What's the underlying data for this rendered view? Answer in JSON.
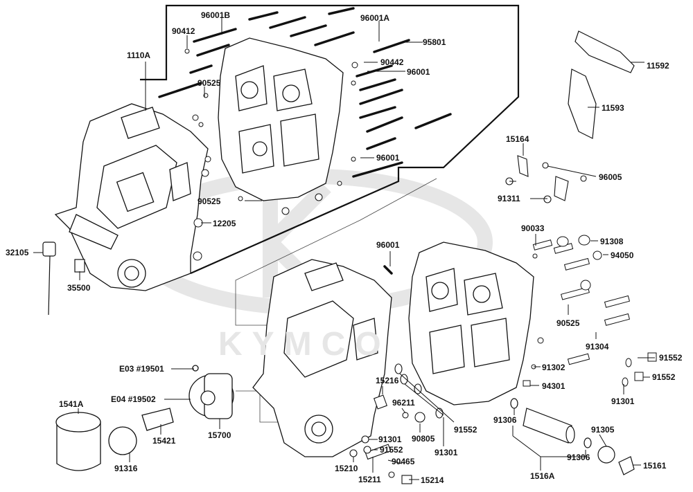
{
  "watermark": "KYMCO",
  "colors": {
    "ink": "#111111",
    "fill": "#ffffff",
    "watermark": "#e6e6e6"
  },
  "labels": {
    "l1110A": "1110A",
    "l96001B": "96001B",
    "l90412": "90412",
    "l96001A": "96001A",
    "l95801": "95801",
    "l90442": "90442",
    "l96001a": "96001",
    "l90525a": "90525",
    "l96001b": "96001",
    "l90525b": "90525",
    "l12205": "12205",
    "l32105": "32105",
    "l35500": "35500",
    "l11592": "11592",
    "l11593": "11593",
    "l15164": "15164",
    "l96005": "96005",
    "l91311": "91311",
    "l90033": "90033",
    "l91308": "91308",
    "l94050": "94050",
    "l96001c": "96001",
    "l90525c": "90525",
    "l91304": "91304",
    "l91302": "91302",
    "l94301": "94301",
    "l91552a": "91552",
    "l91552b": "91552",
    "l91301a": "91301",
    "l91306a": "91306",
    "l91305": "91305",
    "l91306b": "91306",
    "l1516A": "1516A",
    "l15161": "15161",
    "lE03": "E03 #19501",
    "lE04": "E04 #19502",
    "l1541A": "1541A",
    "l91316": "91316",
    "l15421": "15421",
    "l15700": "15700",
    "l15216": "15216",
    "l96211": "96211",
    "l90805": "90805",
    "l91552c": "91552",
    "l91301b": "91301",
    "l91301c": "91301",
    "l91552d": "91552",
    "l15210": "15210",
    "l90465": "90465",
    "l15211": "15211",
    "l15214": "15214"
  }
}
